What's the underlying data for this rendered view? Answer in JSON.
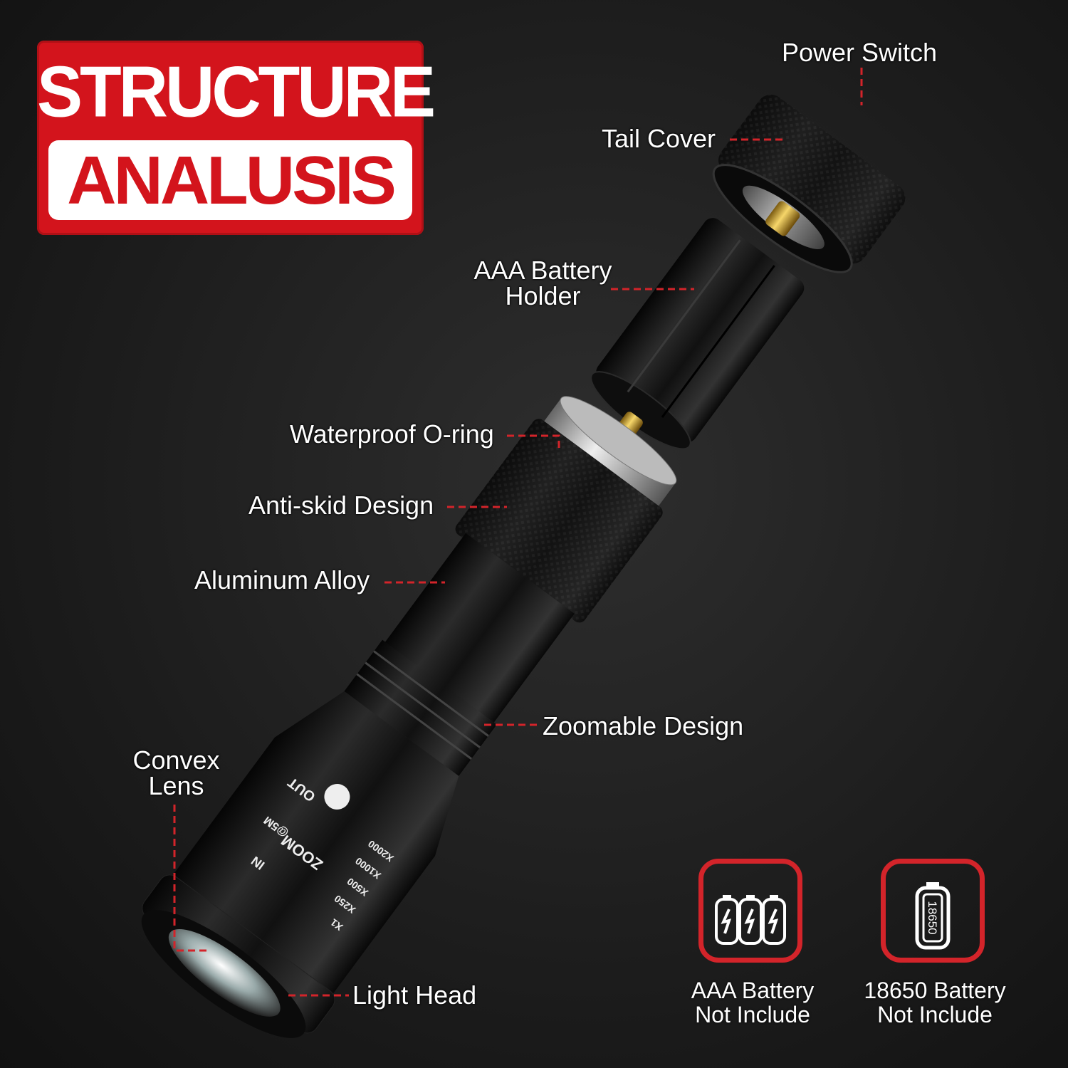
{
  "title": {
    "line1": "STRUCTURE",
    "line2": "ANALUSIS"
  },
  "colors": {
    "accent_red": "#d3141c",
    "label_text": "#ffffff",
    "leader_line": "#d3242a",
    "background": "#1c1c1c"
  },
  "labels": {
    "power_switch": "Power Switch",
    "tail_cover": "Tail Cover",
    "battery_holder_1": "AAA Battery",
    "battery_holder_2": "Holder",
    "oring": "Waterproof O-ring",
    "antiskid": "Anti-skid Design",
    "alloy": "Aluminum Alloy",
    "zoomable": "Zoomable Design",
    "lens_1": "Convex",
    "lens_2": "Lens",
    "light_head": "Light Head"
  },
  "markings": {
    "zoom": "ZOOM",
    "out": "OUT",
    "in": "IN",
    "range": "@5M",
    "scale": [
      "X1",
      "X250",
      "X500",
      "X1000",
      "X2000"
    ]
  },
  "badges": [
    {
      "icon": "three-aaa-battery-icon",
      "line1": "AAA Battery",
      "line2": "Not Include"
    },
    {
      "icon": "18650-battery-icon",
      "icon_text": "18650",
      "line1": "18650 Battery",
      "line2": "Not Include"
    }
  ]
}
